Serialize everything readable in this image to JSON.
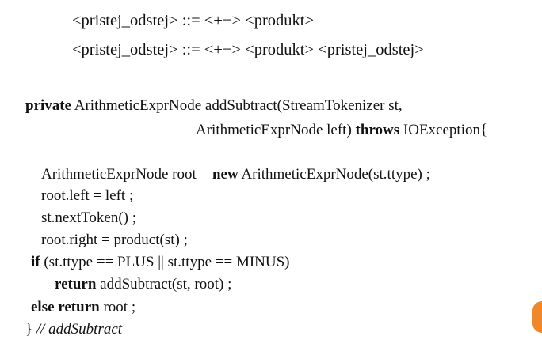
{
  "grammar": {
    "rule1": "<pristej_odstej> ::= <+−> <produkt>",
    "rule2": "<pristej_odstej> ::= <+−> <produkt> <pristej_odstej>"
  },
  "code": {
    "sig_kw_private": "private",
    "sig_line1_rest": " ArithmeticExprNode addSubtract(StreamTokenizer st,",
    "sig_line2_pre": "ArithmeticExprNode left) ",
    "sig_kw_throws": "throws",
    "sig_line2_post": " IOException{",
    "l1_pre": "ArithmeticExprNode root = ",
    "l1_kw_new": "new",
    "l1_post": " ArithmeticExprNode(st.ttype) ;",
    "l2": "root.left = left ;",
    "l3": "st.nextToken() ;",
    "l4": "root.right = product(st) ;",
    "l5_kw_if": "if",
    "l5_post": " (st.ttype == PLUS || st.ttype == MINUS)",
    "l6_kw_return": "return",
    "l6_post": " addSubtract(st, root) ;",
    "l7_kw_else_return": "else return",
    "l7_post": " root ;",
    "l8_brace": "} ",
    "l8_comment": "// addSubtract"
  },
  "colors": {
    "text": "#111111",
    "side_tab": "#f0872a"
  }
}
